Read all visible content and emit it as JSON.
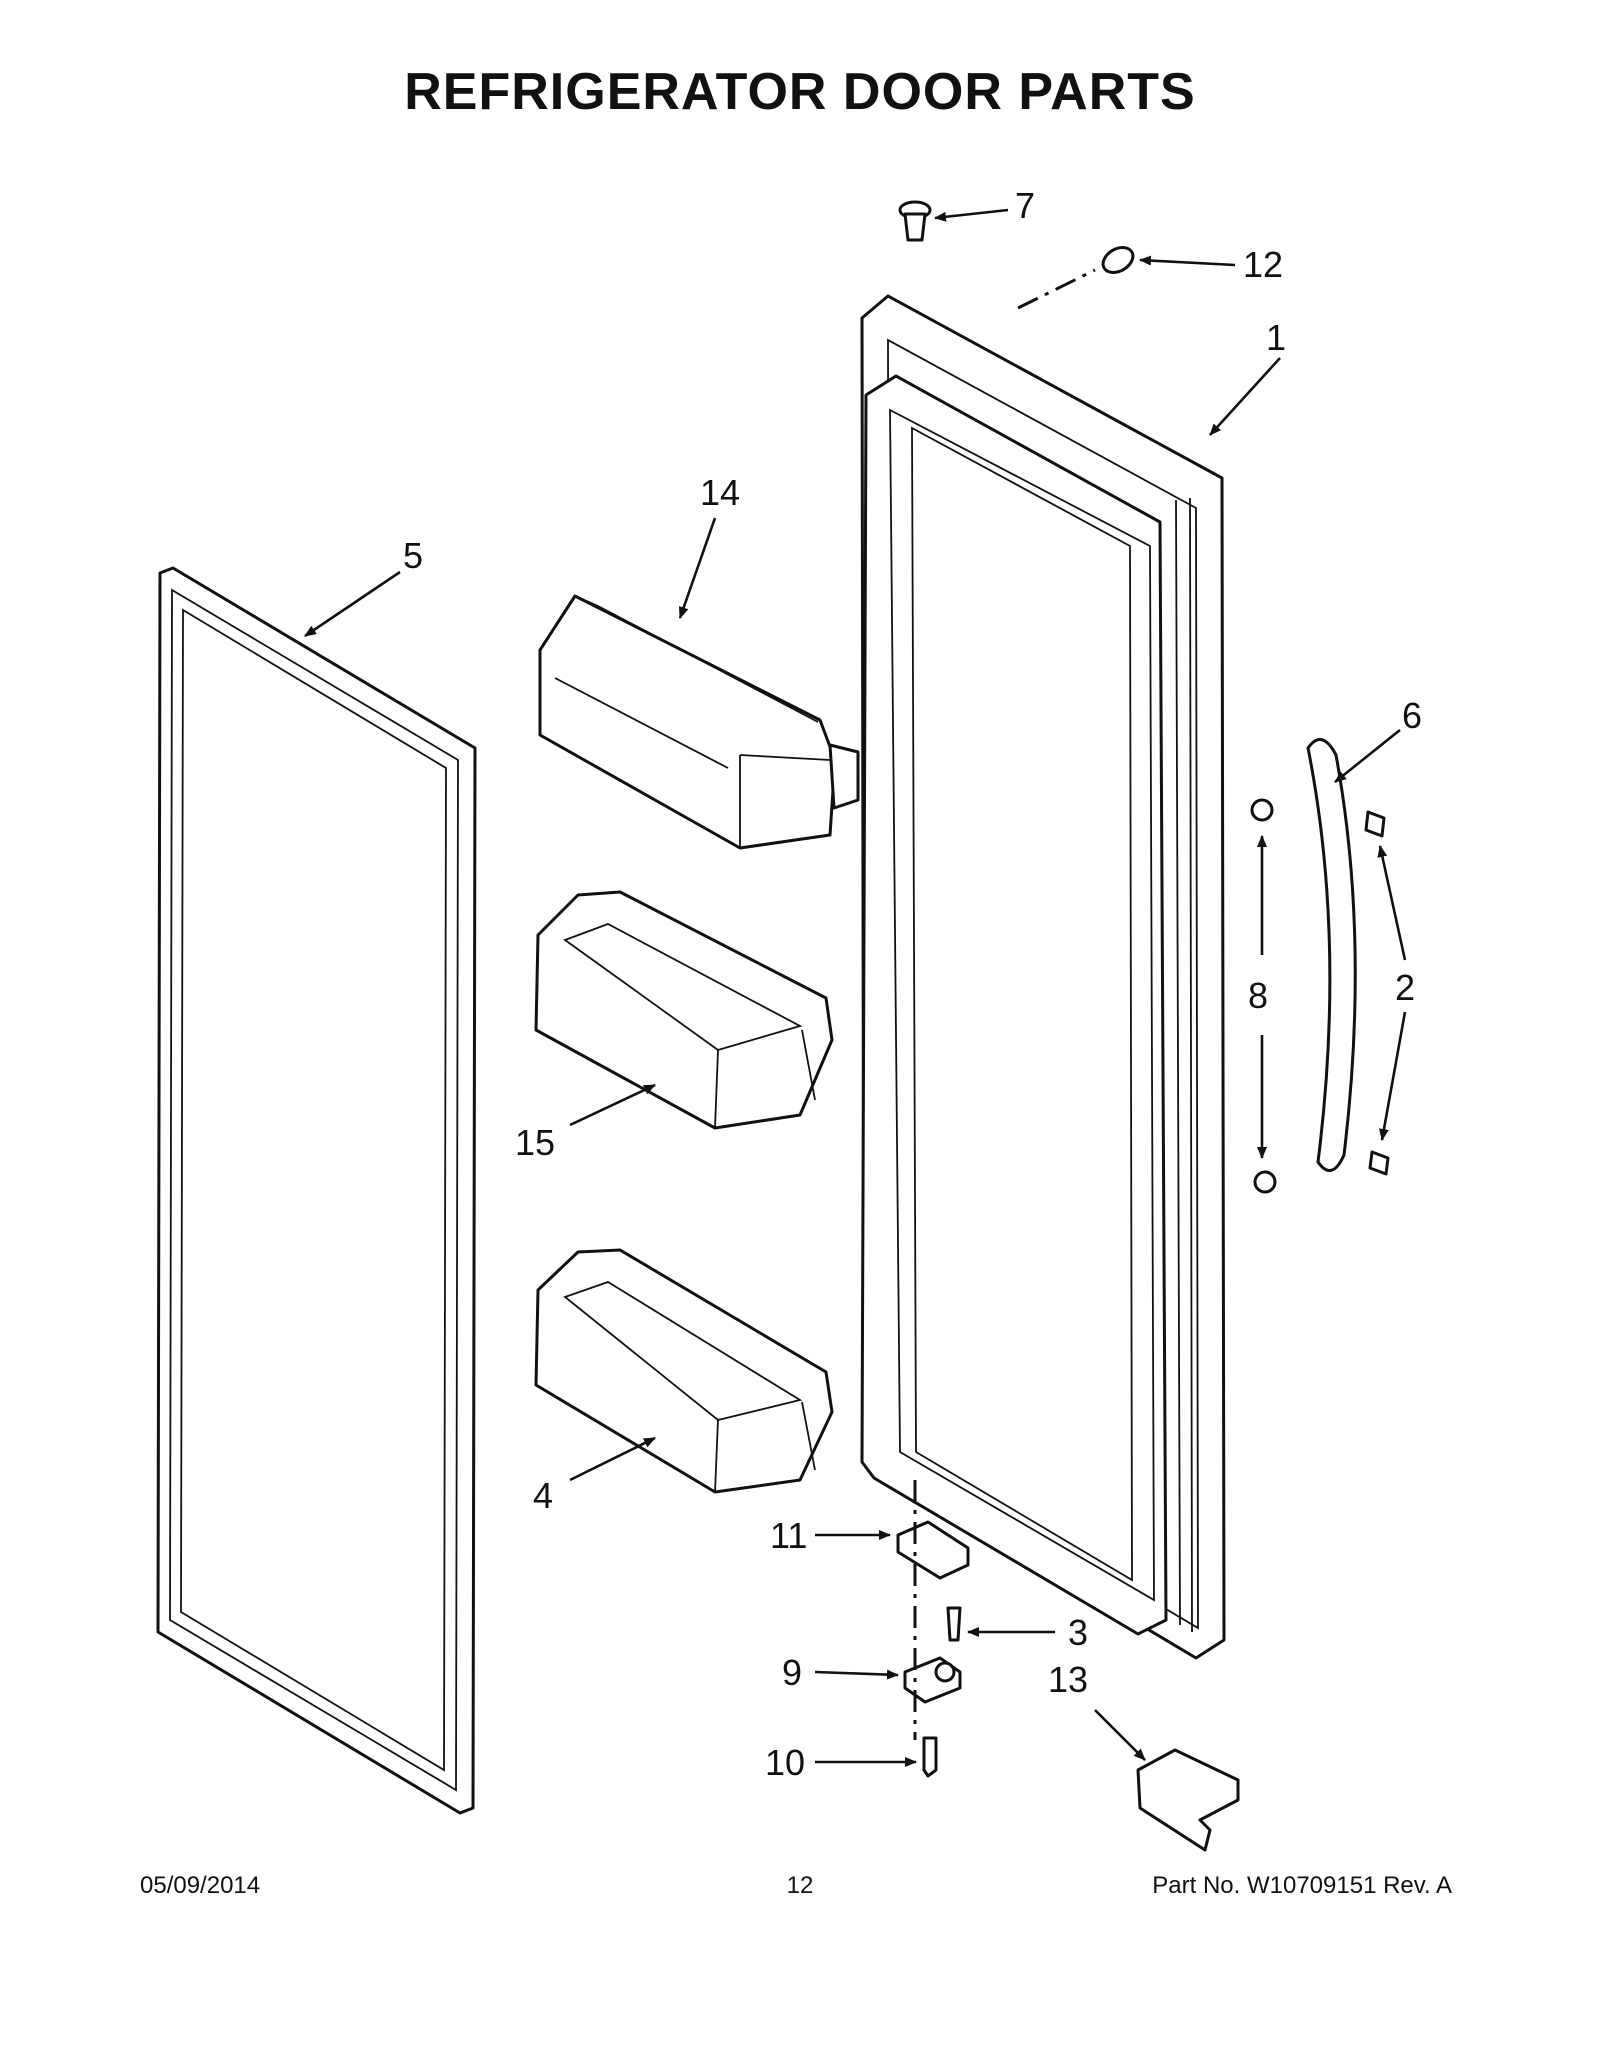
{
  "title": "REFRIGERATOR DOOR PARTS",
  "footer": {
    "date": "05/09/2014",
    "page": "12",
    "part_no": "Part No.  W10709151  Rev.  A"
  },
  "callouts": {
    "c1": "1",
    "c2": "2",
    "c3": "3",
    "c4": "4",
    "c5": "5",
    "c6": "6",
    "c7": "7",
    "c8": "8",
    "c9": "9",
    "c10": "10",
    "c11": "11",
    "c12": "12",
    "c13": "13",
    "c14": "14",
    "c15": "15"
  }
}
